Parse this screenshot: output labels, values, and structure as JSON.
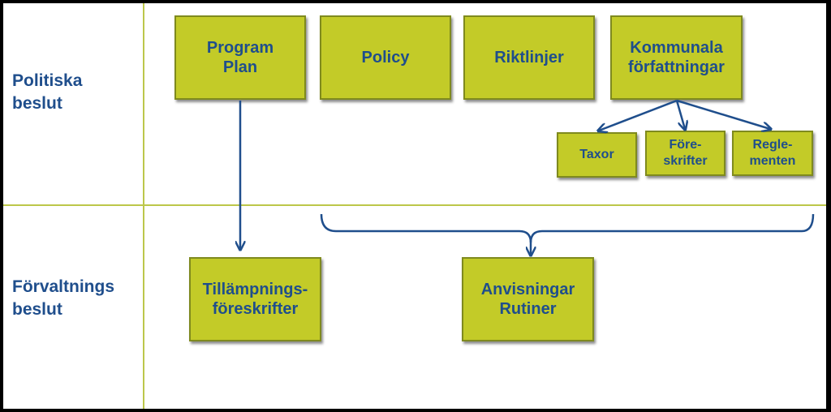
{
  "colors": {
    "box_fill": "#c3cb28",
    "box_border": "#7f8a1e",
    "text": "#1f4e8c",
    "divider": "#bcc74a",
    "arrow": "#1f4e8c"
  },
  "rows": {
    "politiska": "Politiska\nbeslut",
    "forvaltnings": "Förvaltnings\nbeslut"
  },
  "boxes": {
    "program_plan": "Program\nPlan",
    "policy": "Policy",
    "riktlinjer": "Riktlinjer",
    "kommunala": "Kommunala\nförfattningar",
    "taxor": "Taxor",
    "foreskrifter": "Före-\nskrifter",
    "reglementen": "Regle-\nmenten",
    "tillampning": "Tillämpnings-\nföreskrifter",
    "anvisningar": "Anvisningar\nRutiner"
  }
}
